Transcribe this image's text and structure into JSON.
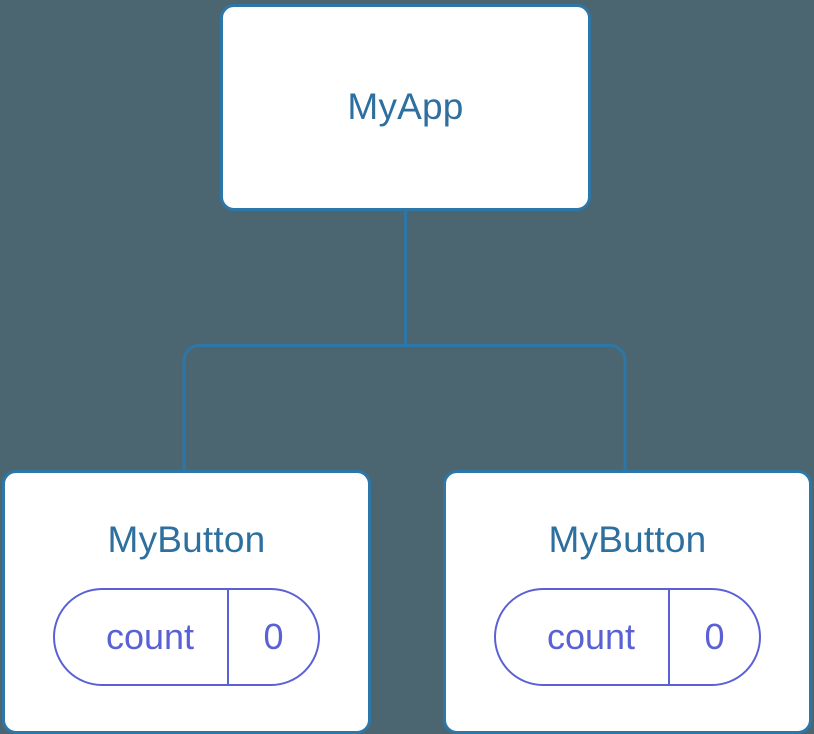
{
  "canvas": {
    "background_color": "#4b6670",
    "node_border_color": "#2c77a8",
    "node_fill_color": "#ffffff",
    "node_title_color": "#2d6f9e",
    "state_pill_color": "#5a61d4",
    "connector_color": "#2c77a8"
  },
  "tree": {
    "root": {
      "label": "MyApp"
    },
    "children": [
      {
        "label": "MyButton",
        "state": {
          "key": "count",
          "value": "0"
        }
      },
      {
        "label": "MyButton",
        "state": {
          "key": "count",
          "value": "0"
        }
      }
    ]
  }
}
